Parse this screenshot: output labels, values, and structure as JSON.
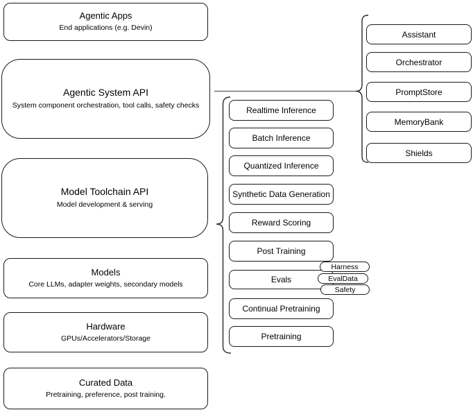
{
  "diagram": {
    "left_stack": [
      {
        "title": "Agentic Apps",
        "subtitle": "End applications (e.g. Devin)"
      },
      {
        "title": "Agentic System API",
        "subtitle": "System component orchestration, tool calls, safety checks"
      },
      {
        "title": "Model Toolchain API",
        "subtitle": "Model development & serving"
      },
      {
        "title": "Models",
        "subtitle": "Core LLMs, adapter weights, secondary models"
      },
      {
        "title": "Hardware",
        "subtitle": "GPUs/Accelerators/Storage"
      },
      {
        "title": "Curated Data",
        "subtitle": "Pretraining, preference, post training."
      }
    ],
    "toolchain_items": [
      "Realtime Inference",
      "Batch Inference",
      "Quantized Inference",
      "Synthetic Data Generation",
      "Reward Scoring",
      "Post Training",
      "Evals",
      "Continual Pretraining",
      "Pretraining"
    ],
    "evals_tags": [
      "Harness",
      "EvalData",
      "Safety"
    ],
    "system_components": [
      "Assistant",
      "Orchestrator",
      "PromptStore",
      "MemoryBank",
      "Shields"
    ],
    "colors": {
      "box_stroke": "#1a1a1a",
      "box_fill": "#ffffff",
      "connector": "#737373",
      "brace": "#262626",
      "background": "#ffffff"
    }
  }
}
